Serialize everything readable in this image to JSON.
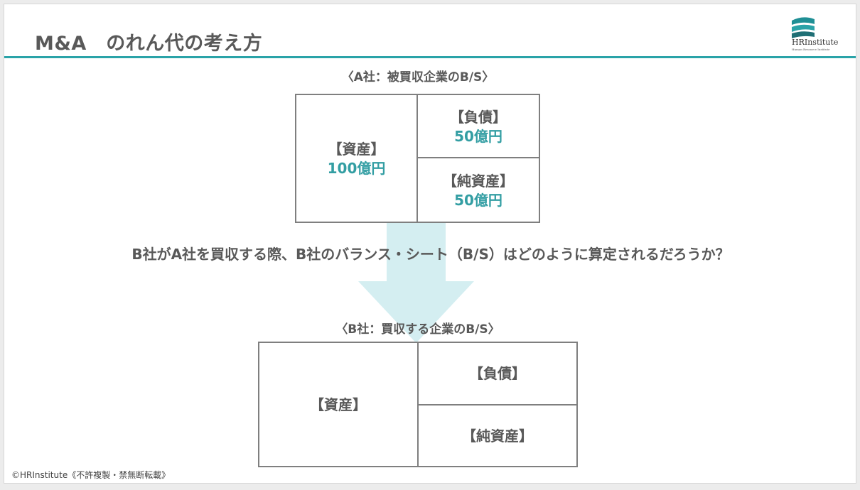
{
  "title": "M&A　のれん代の考え方",
  "logo": {
    "name": "HRInstitute",
    "subtitle": "Human Resource Institute"
  },
  "company_a": {
    "caption": "〈A社：被買収企業のB/S〉",
    "assets_label": "【資産】",
    "assets_value": "100億円",
    "liabilities_label": "【負債】",
    "liabilities_value": "50億円",
    "equity_label": "【純資産】",
    "equity_value": "50億円"
  },
  "question": "B社がA社を買収する際、B社のバランス・シート（B/S）はどのように算定されるだろうか？",
  "company_b": {
    "caption": "〈B社：買収する企業のB/S〉",
    "assets_label": "【資産】",
    "liabilities_label": "【負債】",
    "equity_label": "【純資産】"
  },
  "footer": "©HRInstitute《不許複製・禁無断転載》",
  "colors": {
    "accent": "#2aa3a8",
    "value_text": "#339ea3",
    "arrow": "#d4eef1",
    "text": "#595959"
  }
}
